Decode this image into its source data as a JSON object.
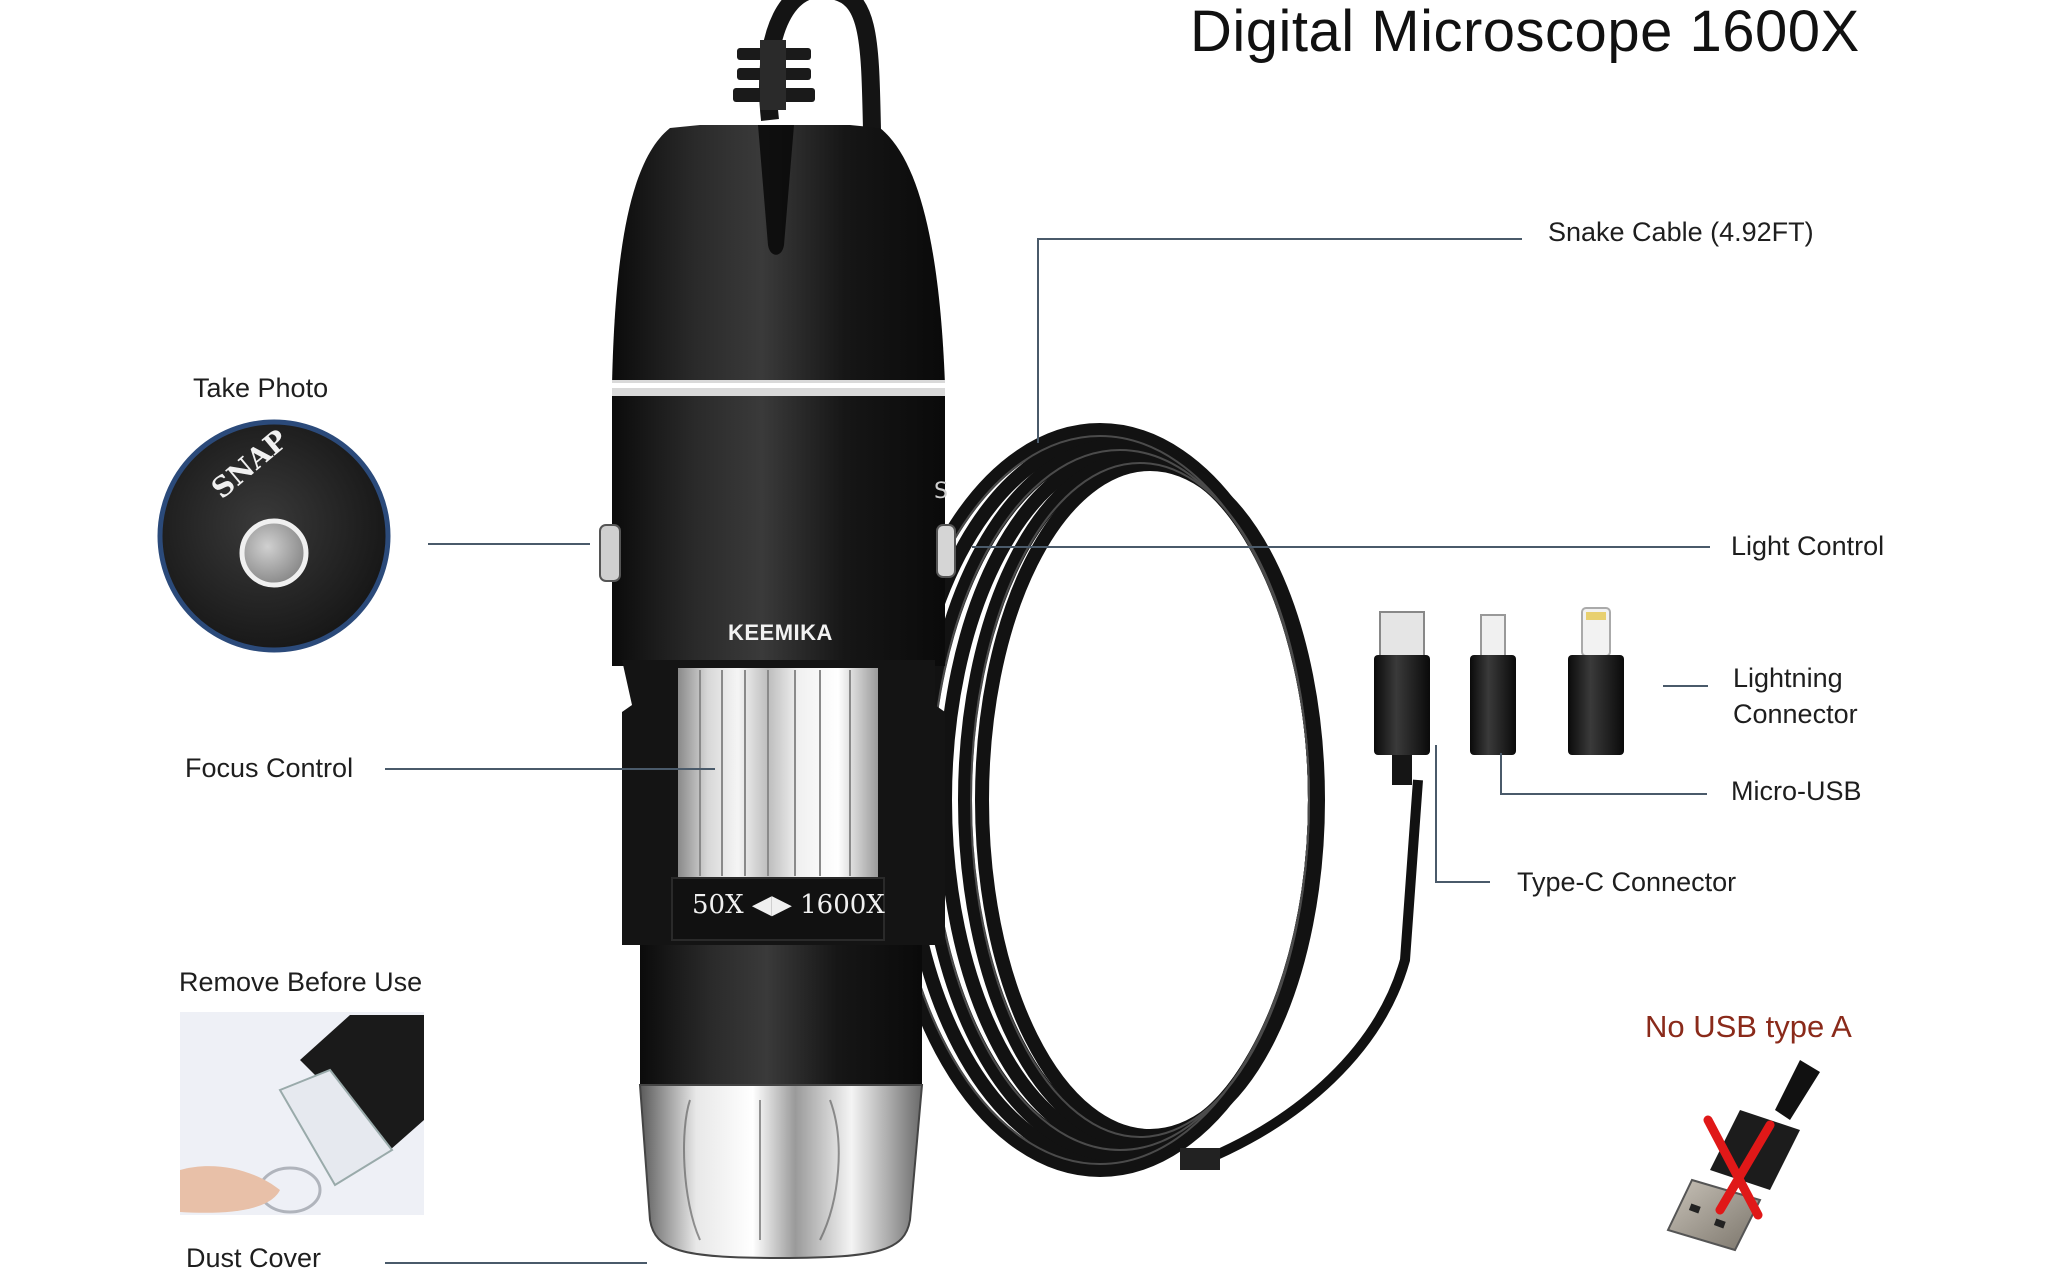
{
  "title": "Digital Microscope 1600X",
  "product": {
    "brand_label": "KEEMIKA",
    "magnification_label": "50X ◀▶ 1600X",
    "magnification_min": "50X",
    "magnification_max": "1600X",
    "side_marking": "S"
  },
  "callouts": {
    "snake_cable": "Snake Cable (4.92FT)",
    "light_control": "Light Control",
    "take_photo": "Take Photo",
    "snap_button_text": "SNAP",
    "lightning_line1": "Lightning",
    "lightning_line2": "Connector",
    "micro_usb": "Micro-USB",
    "type_c": "Type-C Connector",
    "focus_control": "Focus Control",
    "remove_before_use": "Remove Before Use",
    "dust_cover": "Dust Cover",
    "no_usb_a": "No USB type A"
  },
  "colors": {
    "background": "#ffffff",
    "body_black": "#141414",
    "leader_line": "#4a5a6a",
    "warning_text": "#8a2a1a",
    "cross_red": "#e01818",
    "snap_ring": "#2b4a7a"
  },
  "icons": [
    "camera-snap-icon",
    "usb-a-crossed-icon",
    "type-c-plug-icon",
    "micro-usb-plug-icon",
    "lightning-plug-icon"
  ]
}
